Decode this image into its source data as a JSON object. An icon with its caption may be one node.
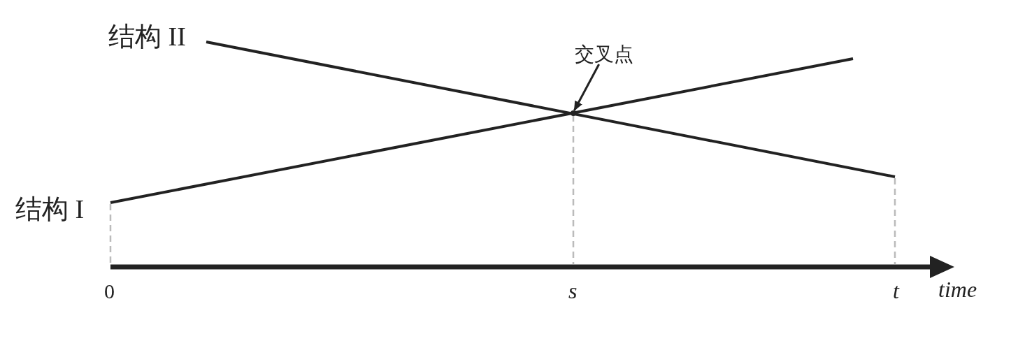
{
  "diagram": {
    "nodes": [
      {
        "text": [
          "交叉点"
        ]
      },
      {
        "text": [],
        "shape": "circle"
      }
    ],
    "edges": [
      {
        "from": 0,
        "to": 1,
        "arrow": "to"
      }
    ],
    "labels": [
      "结构 II",
      "结构 I",
      "0",
      "s",
      "t",
      "time"
    ]
  }
}
